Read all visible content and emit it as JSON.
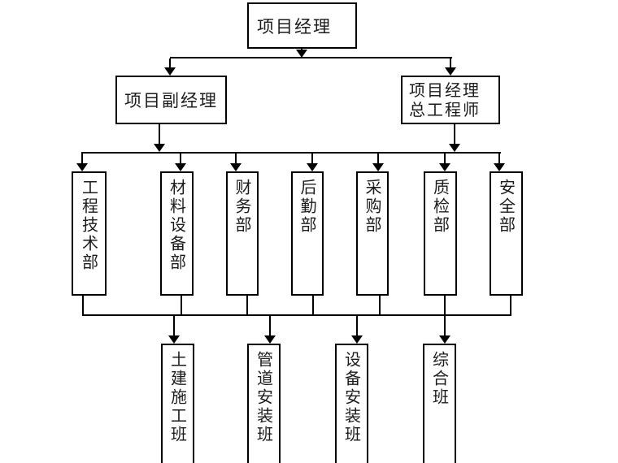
{
  "org_chart": {
    "root": {
      "label": "项目经理"
    },
    "deputy": {
      "label": "项目副经理"
    },
    "chief": {
      "line1": "项目经理",
      "line2": "总工程师"
    },
    "departments": [
      {
        "label": "工程技术部"
      },
      {
        "label": "材料设备部"
      },
      {
        "label": "财务部"
      },
      {
        "label": "后勤部"
      },
      {
        "label": "采购部"
      },
      {
        "label": "质检部"
      },
      {
        "label": "安全部"
      }
    ],
    "teams": [
      {
        "label": "土建施工班"
      },
      {
        "label": "管道安装班"
      },
      {
        "label": "设备安装班"
      },
      {
        "label": "综合班"
      }
    ],
    "colors": {
      "stroke": "#000000",
      "text": "#1c1c1c",
      "background": "#ffffff"
    }
  }
}
